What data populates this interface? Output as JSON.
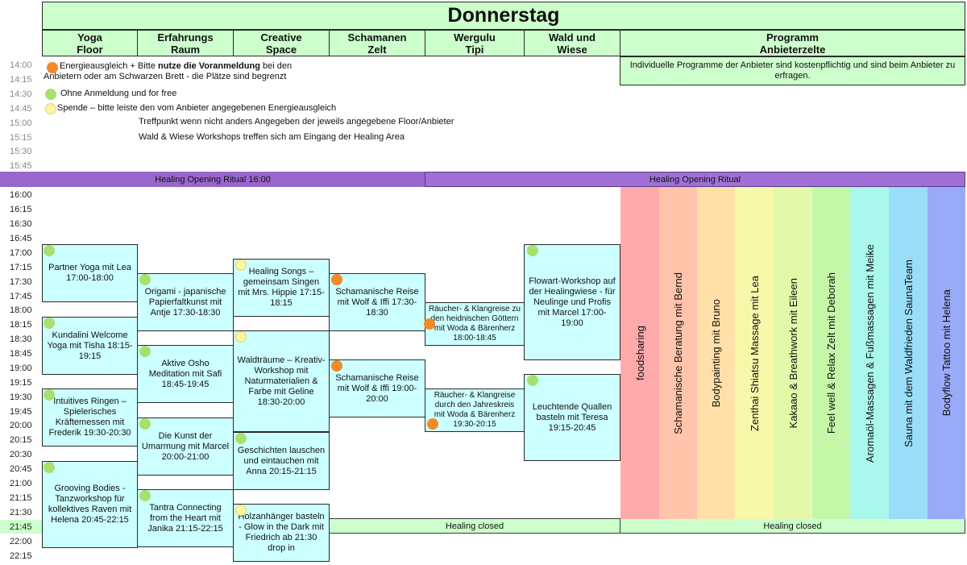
{
  "title": "Donnerstag",
  "columns": [
    {
      "key": "yoga",
      "label": "Yoga\nFloor"
    },
    {
      "key": "raum",
      "label": "Erfahrungs\nRaum"
    },
    {
      "key": "creative",
      "label": "Creative\nSpace"
    },
    {
      "key": "schamanen",
      "label": "Schamanen\nZelt"
    },
    {
      "key": "tipi",
      "label": "Wergulu\nTipi"
    },
    {
      "key": "wiese",
      "label": "Wald und\nWiese"
    },
    {
      "key": "programm",
      "label": "Programm\nAnbieterzelte"
    }
  ],
  "times_top": [
    "14:00",
    "14:15",
    "14:30",
    "14:45",
    "15:00",
    "15:15",
    "15:30",
    "15:45"
  ],
  "times_main": [
    "16:00",
    "16:15",
    "16:30",
    "16:45",
    "17:00",
    "17:15",
    "17:30",
    "17:45",
    "18:00",
    "18:15",
    "18:30",
    "18:45",
    "19:00",
    "19:15",
    "19:30",
    "19:45",
    "20:00",
    "20:15",
    "20:30",
    "20:45",
    "21:00",
    "21:15",
    "21:30",
    "21:45",
    "22:00",
    "22:15"
  ],
  "legend": {
    "orange_pre": "Energieausgleich + Bitte ",
    "orange_bold": "nutze die Voranmeldung",
    "orange_post": " bei den Anbietern oder am Schwarzen Brett - die Plätze sind begrenzt",
    "green": "Ohne Anmeldung und for free",
    "yellow": "Spende – bitte leiste den vom Anbieter angegebenen Energieausgleich",
    "treffpunkt": "Treffpunkt wenn nicht anders Angegeben der jeweils angegebene Floor/Anbieter",
    "wald": "Wald & Wiese Workshops treffen sich am Eingang der Healing Area"
  },
  "programm_note": "Individuelle Programme der Anbieter sind kostenpflichtig und sind beim Anbieter zu erfragen.",
  "bands": {
    "opening_left": "Healing Opening Ritual 16:00",
    "opening_right": "Healing Opening Ritual",
    "closed_mid": "Healing closed",
    "closed_right": "Healing closed"
  },
  "events": {
    "yoga": [
      "Partner Yoga mit Lea 17:00-18:00",
      "Kundalini Welcome Yoga mit Tisha 18:15-19:15",
      "Intuitives Ringen – Spielerisches Kräftemessen mit Frederik 19:30-20:30",
      "Grooving Bodies - Tanzworkshop für kollektives Raven mit Helena 20:45-22:15"
    ],
    "raum": [
      "Origami - japanische Papierfaltkunst mit Antje 17:30-18:30",
      "Aktive Osho Meditation mit  Safi 18:45-19:45",
      "Die Kunst der Umarmung mit Marcel 20:00-21:00",
      "Tantra Connecting from the Heart mit Janika 21:15-22:15"
    ],
    "creative": [
      "Healing Songs – gemeinsam Singen mit Mrs. Hippie 17:15-18:15",
      "Waldträume – Kreativ-Workshop mit Naturmaterialien & Farbe mit Geline 18:30-20:00",
      "Geschichten lauschen und eintauchen mit Anna 20:15-21:15",
      "Holzanhänger basteln - Glow in the Dark mit Friedrich ab 21:30 drop in"
    ],
    "schamanen": [
      "Schamanische Reise mit Wolf & Iffi 17:30-18:30",
      "Schamanische Reise mit Wolf & Iffi 19:00-20:00"
    ],
    "tipi": [
      "Räucher- & Klangreise zu den heidnischen Göttern mit Woda & Bärenherz 18:00-18:45",
      "Räucher- & Klangreise durch den Jahreskreis mit Woda & Bärenherz 19:30-20:15"
    ],
    "wiese": [
      "Flowart-Workshop auf der Healingwiese - für Neulinge und Profis mit Marcel 17:00-19:00",
      "Leuchtende Quallen basteln mit Teresa 19:15-20:45"
    ]
  },
  "vendors": [
    {
      "label": "foodsharing",
      "color": "#ffaaaa"
    },
    {
      "label": "Schamanische Beratung mit Bernd",
      "color": "#ffc4aa"
    },
    {
      "label": "Bodypainting mit Bruno",
      "color": "#ffe0a8"
    },
    {
      "label": "Zenthai Shiatsu Massage mit Lea",
      "color": "#f8f8aa"
    },
    {
      "label": "Kakaao & Breathwork mit Eileen",
      "color": "#e4f8aa"
    },
    {
      "label": "Feel well & Relax Zelt mit Deborah",
      "color": "#c4f8a8"
    },
    {
      "label": "Aromaöl-Massagen & Fußmassagen mit Meike",
      "color": "#aaf8ec"
    },
    {
      "label": "Sauna mit dem Waldfrieden SaunaTeam",
      "color": "#99ddf8"
    },
    {
      "label": "Bodyflow Tattoo mit Helena",
      "color": "#99aaf8"
    }
  ],
  "colors": {
    "header_green": "#ccffcc",
    "event_cyan": "#ccffff",
    "ritual_purple": "#9966cc",
    "dot_orange": "#f28a2a",
    "dot_green": "#a8e070",
    "dot_yellow": "#fbf4a0"
  }
}
